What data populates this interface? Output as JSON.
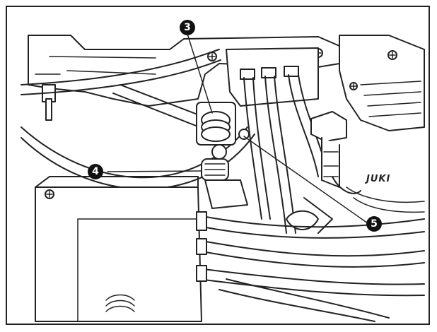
{
  "figure": {
    "callouts": [
      {
        "id": "3",
        "label": "3"
      },
      {
        "id": "4",
        "label": "4"
      },
      {
        "id": "5",
        "label": "5"
      }
    ],
    "component_text": "JUKI"
  },
  "colors": {
    "line": "#222222",
    "background": "#ffffff",
    "callout_fill": "#111111",
    "callout_text": "#ffffff"
  }
}
